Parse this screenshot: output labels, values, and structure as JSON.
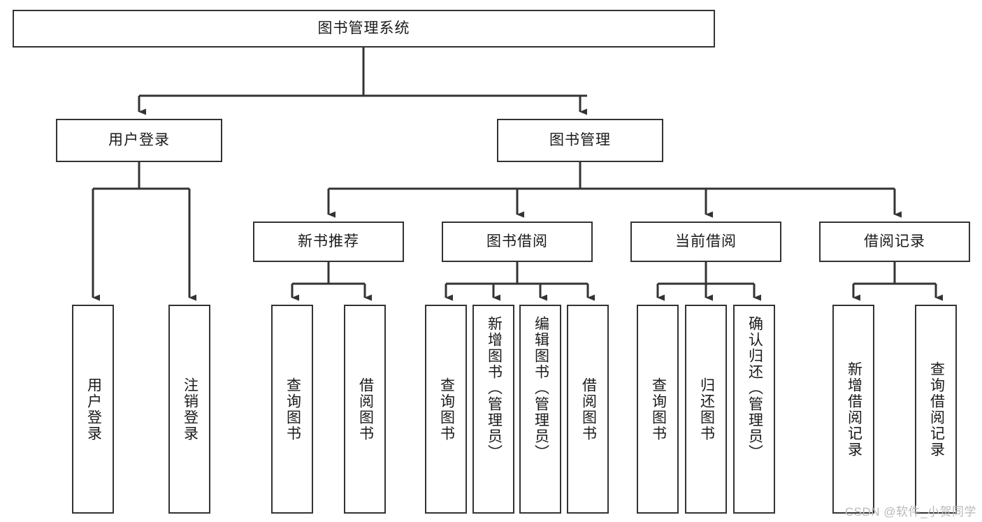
{
  "diagram": {
    "title": "图书管理系统",
    "type": "tree",
    "root": {
      "id": "root",
      "label": "图书管理系统",
      "orientation": "horizontal"
    },
    "level2": [
      {
        "id": "user-login",
        "label": "用户登录",
        "orientation": "horizontal"
      },
      {
        "id": "book-manage",
        "label": "图书管理",
        "orientation": "horizontal"
      }
    ],
    "level3": [
      {
        "id": "new-book-recommend",
        "label": "新书推荐",
        "orientation": "horizontal",
        "parent": "book-manage"
      },
      {
        "id": "book-borrow",
        "label": "图书借阅",
        "orientation": "horizontal",
        "parent": "book-manage"
      },
      {
        "id": "current-borrow",
        "label": "当前借阅",
        "orientation": "horizontal",
        "parent": "book-manage"
      },
      {
        "id": "borrow-record",
        "label": "借阅记录",
        "orientation": "horizontal",
        "parent": "book-manage"
      }
    ],
    "leaves": [
      {
        "id": "leaf-user-login",
        "label": "用户登录",
        "orientation": "vertical",
        "parent": "user-login"
      },
      {
        "id": "leaf-user-logout",
        "label": "注销登录",
        "orientation": "vertical",
        "parent": "user-login"
      },
      {
        "id": "leaf-query-book-1",
        "label": "查询图书",
        "orientation": "vertical",
        "parent": "new-book-recommend"
      },
      {
        "id": "leaf-borrow-book-1",
        "label": "借阅图书",
        "orientation": "vertical",
        "parent": "new-book-recommend"
      },
      {
        "id": "leaf-query-book-2",
        "label": "查询图书",
        "orientation": "vertical",
        "parent": "book-borrow"
      },
      {
        "id": "leaf-add-book",
        "label": "新增图书（管理员）",
        "orientation": "vertical",
        "parent": "book-borrow"
      },
      {
        "id": "leaf-edit-book",
        "label": "编辑图书（管理员）",
        "orientation": "vertical",
        "parent": "book-borrow"
      },
      {
        "id": "leaf-borrow-book-2",
        "label": "借阅图书",
        "orientation": "vertical",
        "parent": "book-borrow"
      },
      {
        "id": "leaf-query-book-3",
        "label": "查询图书",
        "orientation": "vertical",
        "parent": "current-borrow"
      },
      {
        "id": "leaf-return-book",
        "label": "归还图书",
        "orientation": "vertical",
        "parent": "current-borrow"
      },
      {
        "id": "leaf-confirm-return",
        "label": "确认归还（管理员）",
        "orientation": "vertical",
        "parent": "current-borrow"
      },
      {
        "id": "leaf-add-record",
        "label": "新增借阅记录",
        "orientation": "vertical",
        "parent": "borrow-record"
      },
      {
        "id": "leaf-query-record",
        "label": "查询借阅记录",
        "orientation": "vertical",
        "parent": "borrow-record"
      }
    ],
    "watermark": "CSDN @软件_小贺同学",
    "colors": {
      "border": "#333333",
      "text": "#1a1a1a",
      "background": "#ffffff",
      "edge": "#333333",
      "watermark": "#b9b9b9"
    }
  }
}
